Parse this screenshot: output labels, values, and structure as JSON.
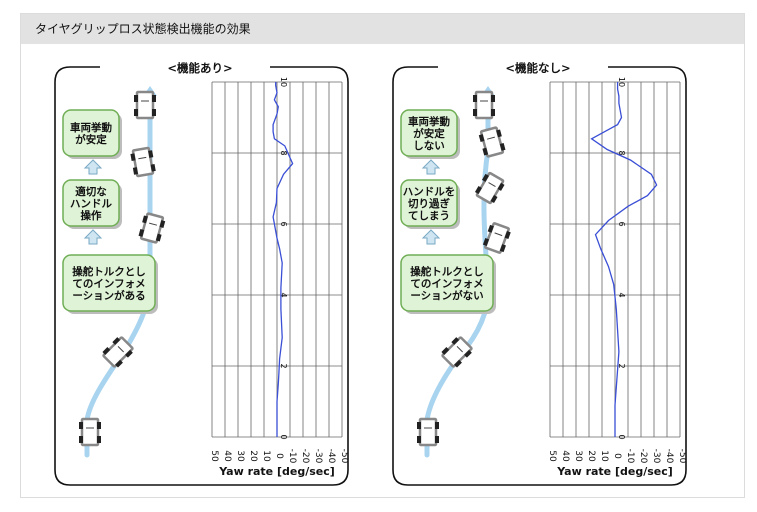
{
  "header": {
    "title": "タイヤグリップロス状態検出機能の効果"
  },
  "panels": [
    {
      "label": "<機能あり>",
      "steps": [
        [
          "車両挙動",
          "が安定"
        ],
        [
          "適切な",
          "ハンドル",
          "操作"
        ],
        [
          "操舵トルクとし",
          "てのインフォメ",
          "ーションがある"
        ]
      ],
      "x_ticks": [
        "50",
        "40",
        "30",
        "20",
        "10",
        "0",
        "-10",
        "-20",
        "-30",
        "-40",
        "-50"
      ],
      "y_ticks": [
        "0",
        "2",
        "4",
        "6",
        "8",
        "10"
      ],
      "xlabel": "Yaw rate [deg/sec]"
    },
    {
      "label": "<機能なし>",
      "steps": [
        [
          "車両挙動",
          "が安定",
          "しない"
        ],
        [
          "ハンドルを",
          "切り過ぎ",
          "てしまう"
        ],
        [
          "操舵トルクとし",
          "てのインフォメ",
          "ーションがない"
        ]
      ],
      "x_ticks": [
        "50",
        "40",
        "30",
        "20",
        "10",
        "0",
        "-10",
        "-20",
        "-30",
        "-40",
        "-50"
      ],
      "y_ticks": [
        "0",
        "2",
        "4",
        "6",
        "8",
        "10"
      ],
      "xlabel": "Yaw rate [deg/sec]"
    }
  ],
  "chart_data": [
    {
      "type": "line",
      "xlabel": "Yaw rate [deg/sec]",
      "xlim": [
        50,
        -50
      ],
      "ylim": [
        0,
        10
      ],
      "series": [
        {
          "x": [
            0,
            0,
            -1,
            -1.5,
            -2,
            -4,
            -3,
            -3,
            -4,
            -2,
            0,
            3,
            0.5,
            0,
            -5,
            -12,
            -6,
            2,
            3,
            3,
            2,
            0,
            -1,
            2,
            0,
            1,
            1
          ],
          "y": [
            0,
            1,
            1.5,
            1.8,
            2.2,
            2.8,
            3.6,
            4.2,
            4.9,
            5.3,
            5.6,
            6.2,
            6.6,
            7.0,
            7.4,
            7.7,
            8.2,
            8.4,
            8.6,
            8.8,
            8.9,
            9.1,
            9.3,
            9.5,
            9.7,
            9.9,
            10
          ]
        }
      ]
    },
    {
      "type": "line",
      "xlabel": "Yaw rate [deg/sec]",
      "xlim": [
        50,
        -50
      ],
      "ylim": [
        0,
        10
      ],
      "series": [
        {
          "x": [
            0,
            0,
            -1,
            -2,
            -3,
            -2,
            -1,
            1,
            5,
            11,
            15,
            5,
            -10,
            -25,
            -32,
            -28,
            -12,
            6,
            18,
            8,
            -2,
            -5,
            -4,
            -3,
            -3,
            -2,
            -2
          ],
          "y": [
            0,
            0.9,
            1.4,
            1.9,
            2.4,
            3.0,
            3.6,
            4.3,
            4.8,
            5.3,
            5.7,
            6.1,
            6.5,
            6.8,
            7.1,
            7.4,
            7.8,
            8.1,
            8.4,
            8.6,
            8.8,
            9.0,
            9.2,
            9.4,
            9.6,
            9.8,
            10
          ]
        }
      ]
    }
  ]
}
